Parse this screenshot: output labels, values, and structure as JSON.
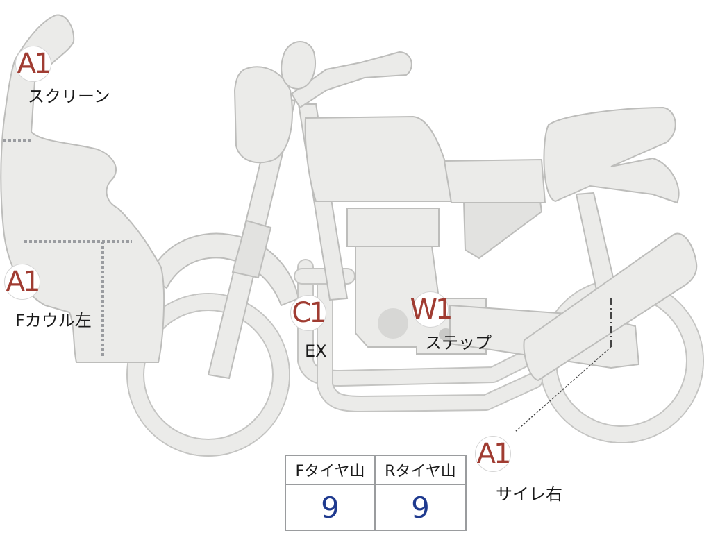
{
  "markers": [
    {
      "code": "A1",
      "label": "スクリーン"
    },
    {
      "code": "A1",
      "label": "Fカウル左"
    },
    {
      "code": "C1",
      "label": "EX"
    },
    {
      "code": "W1",
      "label": "ステップ"
    },
    {
      "code": "A1",
      "label": "サイレ右"
    }
  ],
  "tire_table": {
    "headers": [
      "Fタイヤ山",
      "Rタイヤ山"
    ],
    "values": [
      "9",
      "9"
    ]
  },
  "colors": {
    "code_text": "#a03c32",
    "tire_value_text": "#1f3a8f",
    "bike_fill": "#ebebe9",
    "damage_dots": "#9a9ca0"
  }
}
